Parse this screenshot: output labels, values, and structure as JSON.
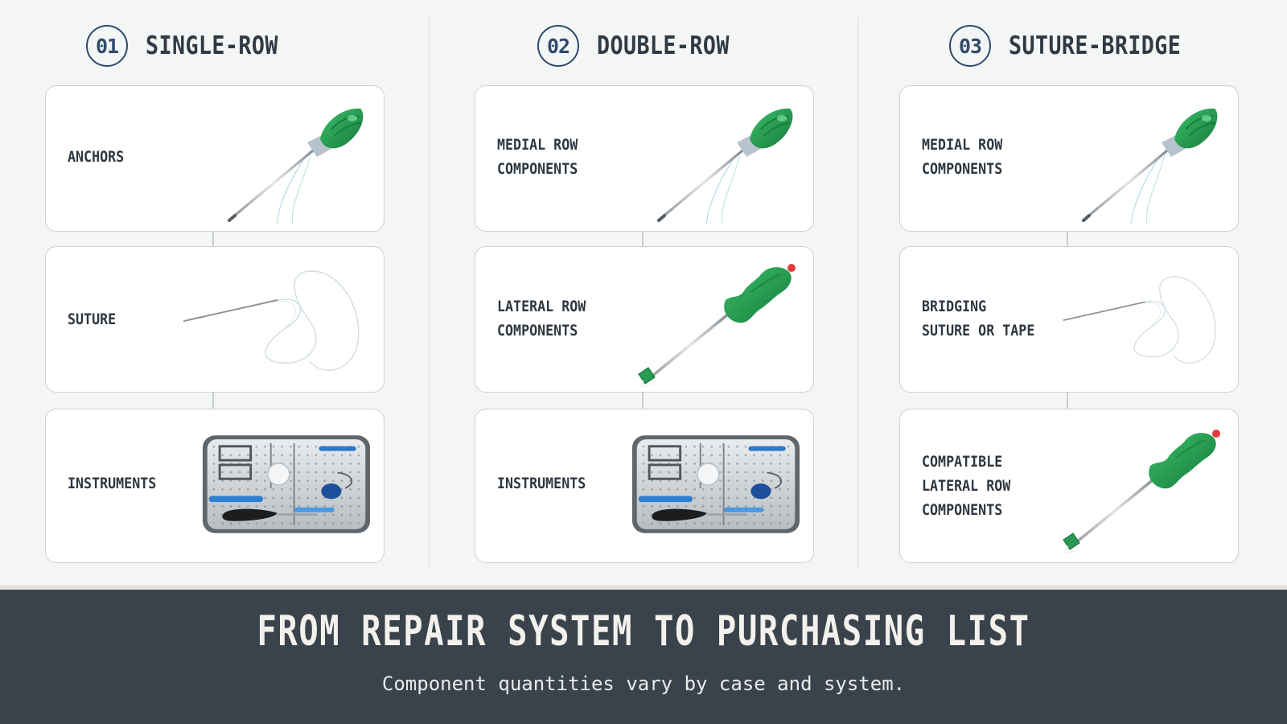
{
  "columns": [
    {
      "number": "01",
      "title": "SINGLE-ROW",
      "cards": [
        {
          "label": "ANCHORS",
          "icon": "anchor-inserter-icon"
        },
        {
          "label": "SUTURE",
          "icon": "suture-icon"
        },
        {
          "label": "INSTRUMENTS",
          "icon": "instrument-tray-icon"
        }
      ]
    },
    {
      "number": "02",
      "title": "DOUBLE-ROW",
      "cards": [
        {
          "label": "MEDIAL ROW\nCOMPONENTS",
          "icon": "anchor-inserter-icon"
        },
        {
          "label": "LATERAL ROW\nCOMPONENTS",
          "icon": "lateral-inserter-icon"
        },
        {
          "label": "INSTRUMENTS",
          "icon": "instrument-tray-icon"
        }
      ]
    },
    {
      "number": "03",
      "title": "SUTURE-BRIDGE",
      "cards": [
        {
          "label": "MEDIAL ROW\nCOMPONENTS",
          "icon": "anchor-inserter-icon"
        },
        {
          "label": "BRIDGING\nSUTURE OR TAPE",
          "icon": "suture-icon"
        },
        {
          "label": "COMPATIBLE\nLATERAL ROW\nCOMPONENTS",
          "icon": "lateral-inserter-icon"
        }
      ]
    }
  ],
  "footer": {
    "title": "FROM REPAIR SYSTEM TO PURCHASING LIST",
    "subtitle": "Component quantities vary by case and system."
  },
  "colors": {
    "accent": "#2e4a6b",
    "footer_bg": "#3a434c",
    "instrument_green": "#1f8a47"
  }
}
